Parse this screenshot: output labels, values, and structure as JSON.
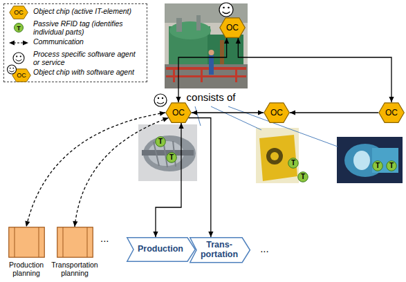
{
  "diagram": {
    "nodes": [
      {
        "text": [
          "OC"
        ]
      },
      {
        "text": [
          "OC"
        ]
      },
      {
        "text": [
          "OC"
        ]
      },
      {
        "text": [
          "OC"
        ]
      },
      {
        "text": [
          "T"
        ]
      },
      {
        "text": [
          "T"
        ]
      },
      {
        "text": [
          "T"
        ]
      },
      {
        "text": [
          "T"
        ]
      },
      {
        "text": [
          "T"
        ]
      },
      {
        "text": [
          "T"
        ]
      },
      {
        "text": [
          "Production planning"
        ]
      },
      {
        "text": [
          "Transportation planning"
        ]
      },
      {
        "text": [
          "Production"
        ]
      },
      {
        "text": [
          "Trans- portation"
        ]
      }
    ],
    "edges": [
      {
        "from": 0,
        "to": 1,
        "arrow": "both"
      },
      {
        "from": 0,
        "to": 3,
        "arrow": "both"
      },
      {
        "from": 1,
        "to": 2,
        "arrow": "both"
      },
      {
        "from": 3,
        "to": 2,
        "arrow": "to"
      },
      {
        "from": 1,
        "to": 10,
        "arrow": "both"
      },
      {
        "from": 1,
        "to": 11,
        "arrow": "both"
      },
      {
        "from": 1,
        "to": 12,
        "arrow": "both"
      },
      {
        "from": 1,
        "to": 13,
        "arrow": "to"
      }
    ],
    "labels": [
      "OC",
      "T",
      "OC",
      "consists of",
      "...",
      "..."
    ],
    "legend": [
      {
        "text": "Object chip (active IT-element)"
      },
      {
        "text": "Passive RFID tag (identifies individual parts)"
      },
      {
        "text": "Communication"
      },
      {
        "text": "Process specific software agent or service"
      },
      {
        "text": "Object chip with software agent"
      }
    ]
  }
}
